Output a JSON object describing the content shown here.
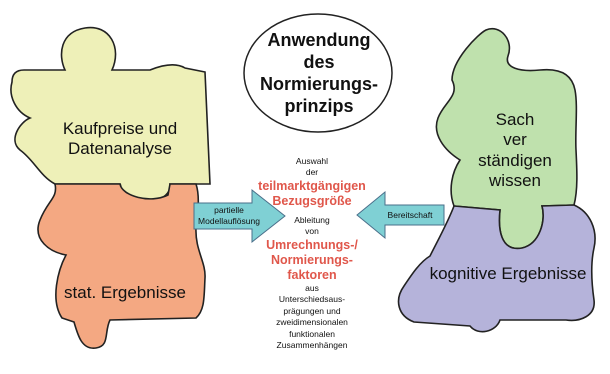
{
  "title": "Anwendung des Normierungs-prinzips",
  "title_lines": [
    "Anwendung",
    "des",
    "Normierungs-",
    "prinzips"
  ],
  "pieces": {
    "yellow": {
      "lines": [
        "Kaufpreise und",
        "Datenanalyse"
      ],
      "color": "#eef0b8"
    },
    "orange": {
      "lines": [
        "stat. Ergebnisse"
      ],
      "color": "#f4a882"
    },
    "green": {
      "lines": [
        "Sach",
        "ver",
        "ständigen",
        "wissen"
      ],
      "color": "#bfe1ad"
    },
    "purple": {
      "lines": [
        "kognitive Ergebnisse"
      ],
      "color": "#b5b3da"
    }
  },
  "arrows": {
    "left": {
      "lines": [
        "partielle",
        "Modellauflösung"
      ],
      "color": "#7fd0d4"
    },
    "right": {
      "lines": [
        "Bereitschaft"
      ],
      "color": "#7fd0d4"
    }
  },
  "center": {
    "auswahl": "Auswahl",
    "der": "der",
    "red1_lines": [
      "teilmarktgängigen",
      "Bezugsgröße"
    ],
    "ableitung": "Ableitung",
    "von": "von",
    "red2_lines": [
      "Umrechnungs-/",
      "Normierungs-",
      "faktoren"
    ],
    "aus": "aus",
    "tail_lines": [
      "Unterschiedsaus-",
      "prägungen und",
      "zweidimensionalen",
      "funktionalen",
      "Zusammenhängen"
    ]
  },
  "colors": {
    "accent_red": "#e0574b",
    "outline": "#222222"
  }
}
